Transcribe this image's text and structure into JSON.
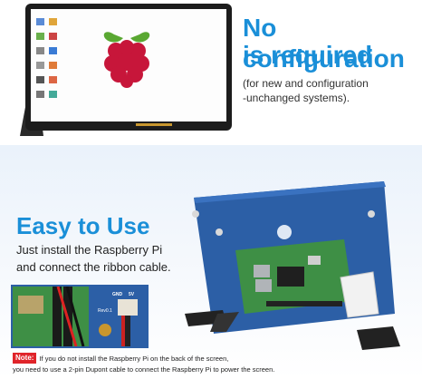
{
  "top": {
    "headline_line1": "No configuration",
    "headline_line2": "is required",
    "sub_line1": "(for new and configuration",
    "sub_line2": "-unchanged systems)."
  },
  "bottom": {
    "headline": "Easy to Use",
    "body_line1": "Just install the Raspberry Pi",
    "body_line2": "and connect the ribbon cable.",
    "inset_labels": {
      "gnd": "GND",
      "v5": "5V",
      "rev": "Rev0.1"
    }
  },
  "note": {
    "label": "Note:",
    "line1": "If you do not install the Raspberry Pi on the back of the screen,",
    "line2": "you need to use a 2-pin Dupont cable to connect the Raspberry Pi to power the screen."
  },
  "colors": {
    "accent": "#1a8fd8",
    "note_red": "#e0242a",
    "pcb_blue": "#2c5fa6",
    "pcb_green": "#3e8f45"
  }
}
